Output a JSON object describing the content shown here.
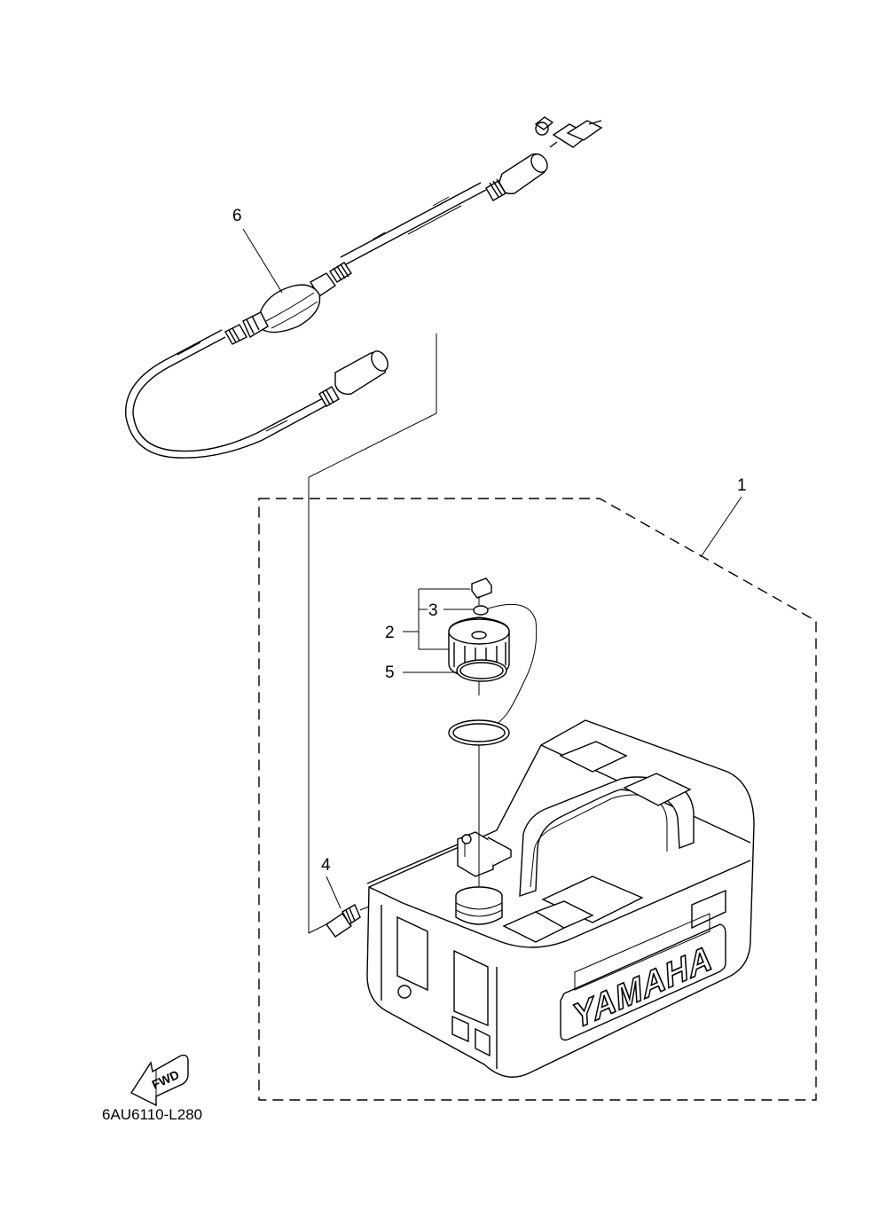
{
  "diagram": {
    "part_code": "6AU6110-L280",
    "fwd_label": "FWD",
    "brand_text": "YAMAHA",
    "callouts": [
      {
        "id": "1",
        "label": "1"
      },
      {
        "id": "2",
        "label": "2"
      },
      {
        "id": "3",
        "label": "3"
      },
      {
        "id": "4",
        "label": "4"
      },
      {
        "id": "5",
        "label": "5"
      },
      {
        "id": "6",
        "label": "6"
      }
    ]
  }
}
